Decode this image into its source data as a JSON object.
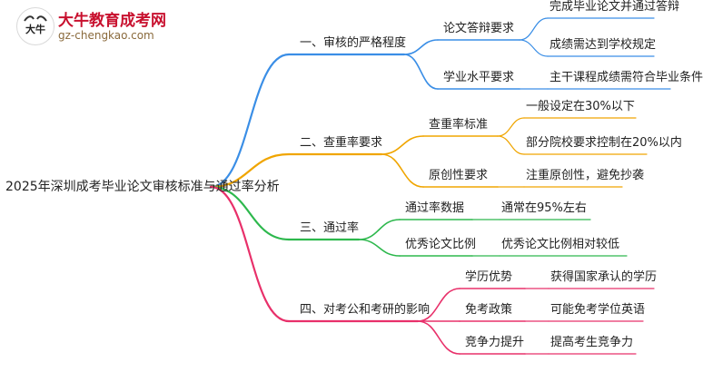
{
  "logo": {
    "title": "大牛教育成考网",
    "url": "gz-chengkao.com",
    "mark": "大牛"
  },
  "root": "2025年深圳成考毕业论文审核标准与通过率分析",
  "branches": [
    {
      "label": "一、审核的严格程度",
      "color": "#3a8ee6",
      "children": [
        {
          "label": "论文答辩要求",
          "leaves": [
            "完成毕业论文并通过答辩",
            "成绩需达到学校规定"
          ]
        },
        {
          "label": "学业水平要求",
          "leaves": [
            "主干课程成绩需符合毕业条件"
          ]
        }
      ]
    },
    {
      "label": "二、查重率要求",
      "color": "#f0a500",
      "children": [
        {
          "label": "查重率标准",
          "leaves": [
            "一般设定在30%以下",
            "部分院校要求控制在20%以内"
          ]
        },
        {
          "label": "原创性要求",
          "leaves": [
            "注重原创性，避免抄袭"
          ]
        }
      ]
    },
    {
      "label": "三、通过率",
      "color": "#2db84d",
      "children": [
        {
          "label": "通过率数据",
          "leaves": [
            "通常在95%左右"
          ]
        },
        {
          "label": "优秀论文比例",
          "leaves": [
            "优秀论文比例相对较低"
          ]
        }
      ]
    },
    {
      "label": "四、对考公和考研的影响",
      "color": "#e8306a",
      "children": [
        {
          "label": "学历优势",
          "leaves": [
            "获得国家承认的学历"
          ]
        },
        {
          "label": "免考政策",
          "leaves": [
            "可能免考学位英语"
          ]
        },
        {
          "label": "竞争力提升",
          "leaves": [
            "提高考生竞争力"
          ]
        }
      ]
    }
  ]
}
